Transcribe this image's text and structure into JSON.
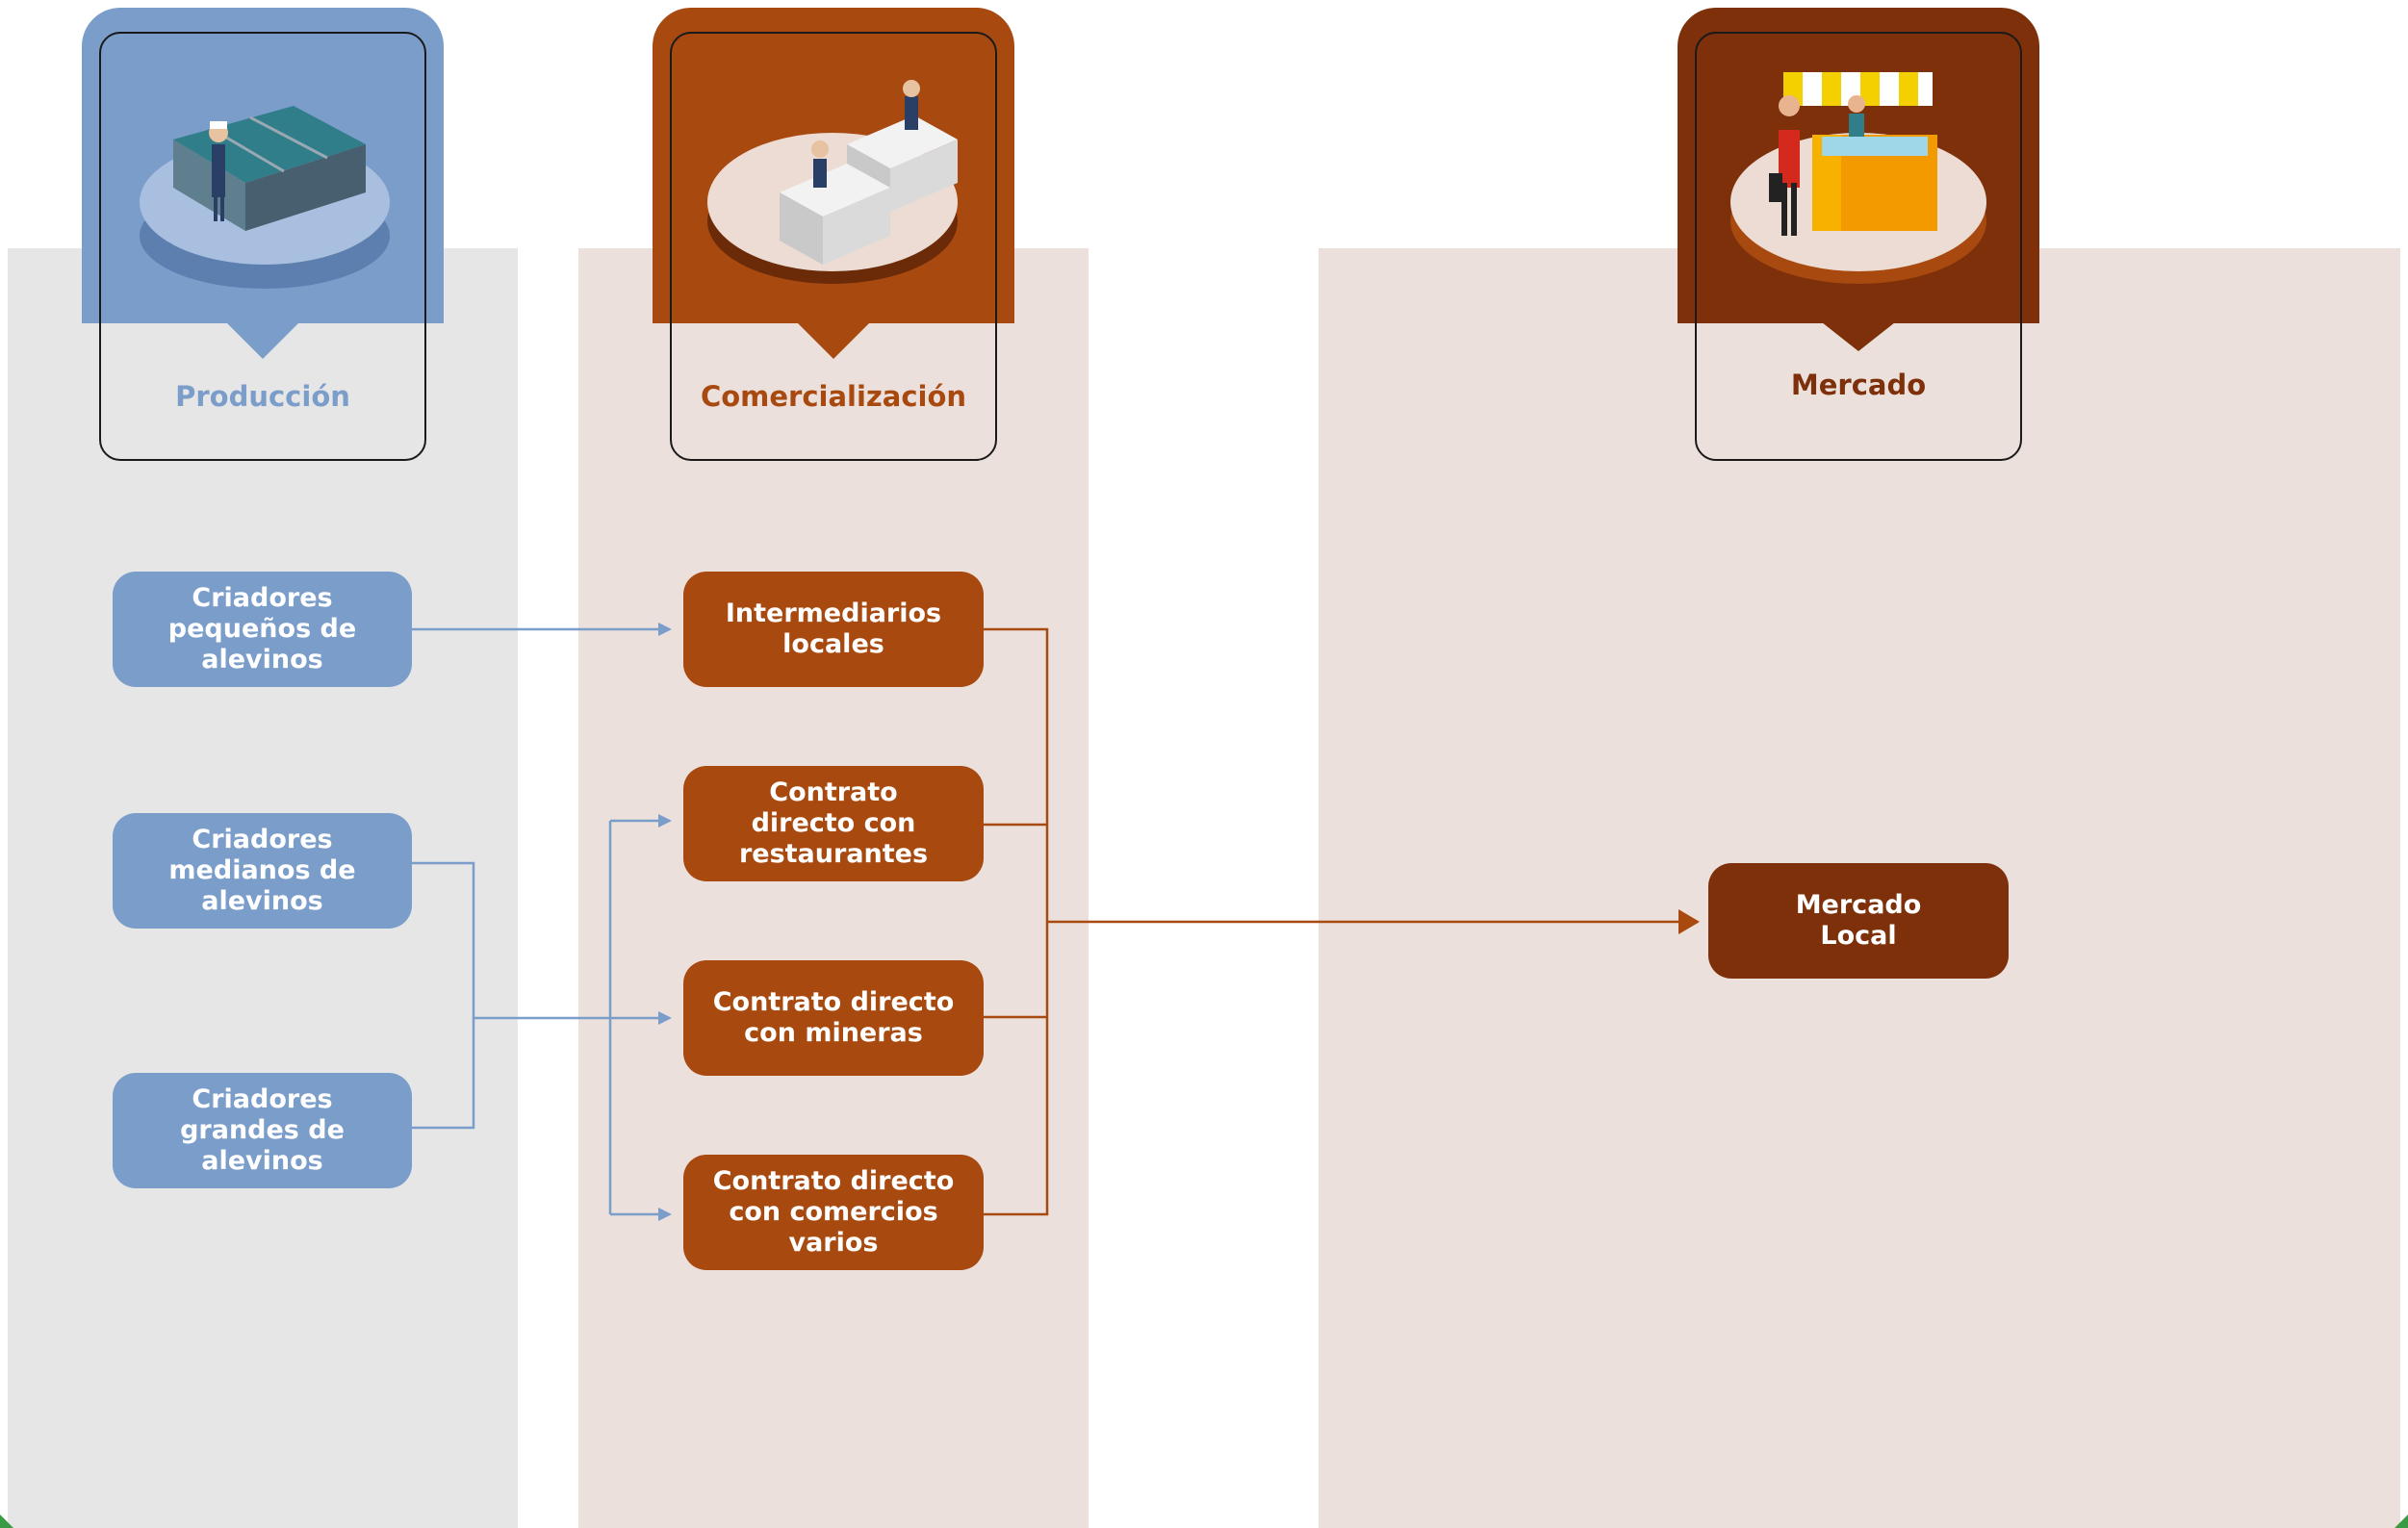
{
  "colors": {
    "production": "#7b9dca",
    "commercialization": "#a84a10",
    "market": "#7d300a",
    "lane_grey": "#e7e6e7",
    "lane_beige": "#ebe0dc"
  },
  "columns": [
    {
      "key": "production",
      "title": "Producción",
      "icon": "fish-farming-tanks-icon"
    },
    {
      "key": "commercialization",
      "title": "Comercialización",
      "icon": "fish-processing-tables-icon"
    },
    {
      "key": "market",
      "title": "Mercado",
      "icon": "market-stall-icon"
    }
  ],
  "nodes": {
    "producers": [
      {
        "label": "Criadores\npequeños de\nalevinos"
      },
      {
        "label": "Criadores\nmedianos de\nalevinos"
      },
      {
        "label": "Criadores\ngrandes de\nalevinos"
      }
    ],
    "channels": [
      {
        "label": "Intermediarios\nlocales"
      },
      {
        "label": "Contrato\ndirecto con\nrestaurantes"
      },
      {
        "label": "Contrato directo\ncon mineras"
      },
      {
        "label": "Contrato directo\ncon comercios\nvarios"
      }
    ],
    "markets": [
      {
        "label": "Mercado\nLocal"
      }
    ]
  }
}
